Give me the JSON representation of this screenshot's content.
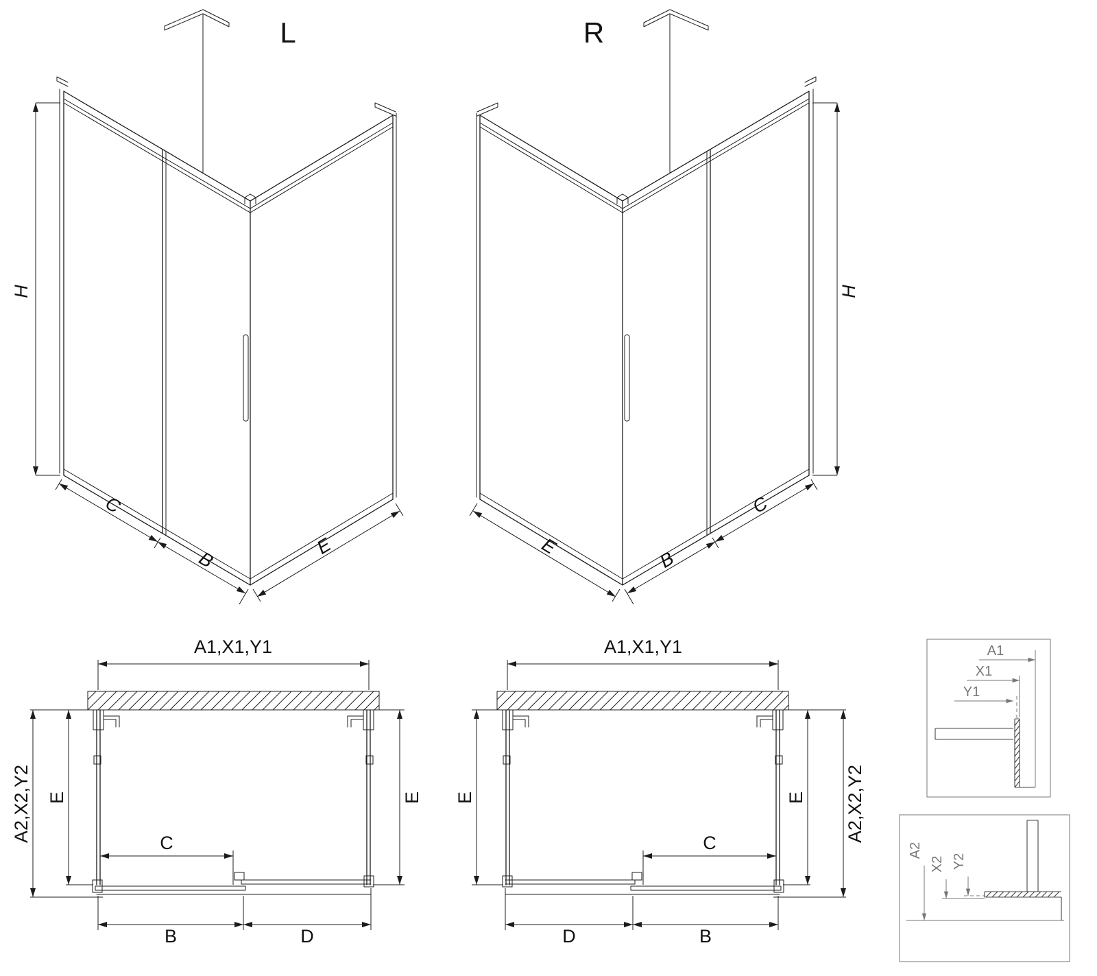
{
  "iso_left": {
    "label": "L",
    "dim_h": "H",
    "dim_c": "C",
    "dim_b": "B",
    "dim_e": "E"
  },
  "iso_right": {
    "label": "R",
    "dim_h": "H",
    "dim_c": "C",
    "dim_b": "B",
    "dim_e": "E"
  },
  "plan_left": {
    "dim_top": "A1,X1,Y1",
    "dim_outer": "A2,X2,Y2",
    "dim_e_left": "E",
    "dim_e_right": "E",
    "dim_c": "C",
    "dim_b": "B",
    "dim_d": "D"
  },
  "plan_right": {
    "dim_top": "A1,X1,Y1",
    "dim_outer": "A2,X2,Y2",
    "dim_e_left": "E",
    "dim_e_right": "E",
    "dim_c": "C",
    "dim_b": "B",
    "dim_d": "D"
  },
  "detail_top": {
    "dim_a1": "A1",
    "dim_x1": "X1",
    "dim_y1": "Y1"
  },
  "detail_bottom": {
    "dim_a2": "A2",
    "dim_x2": "X2",
    "dim_y2": "Y2"
  },
  "colors": {
    "line": "#1c1c1c",
    "detail_line": "#777777",
    "background": "#ffffff"
  }
}
